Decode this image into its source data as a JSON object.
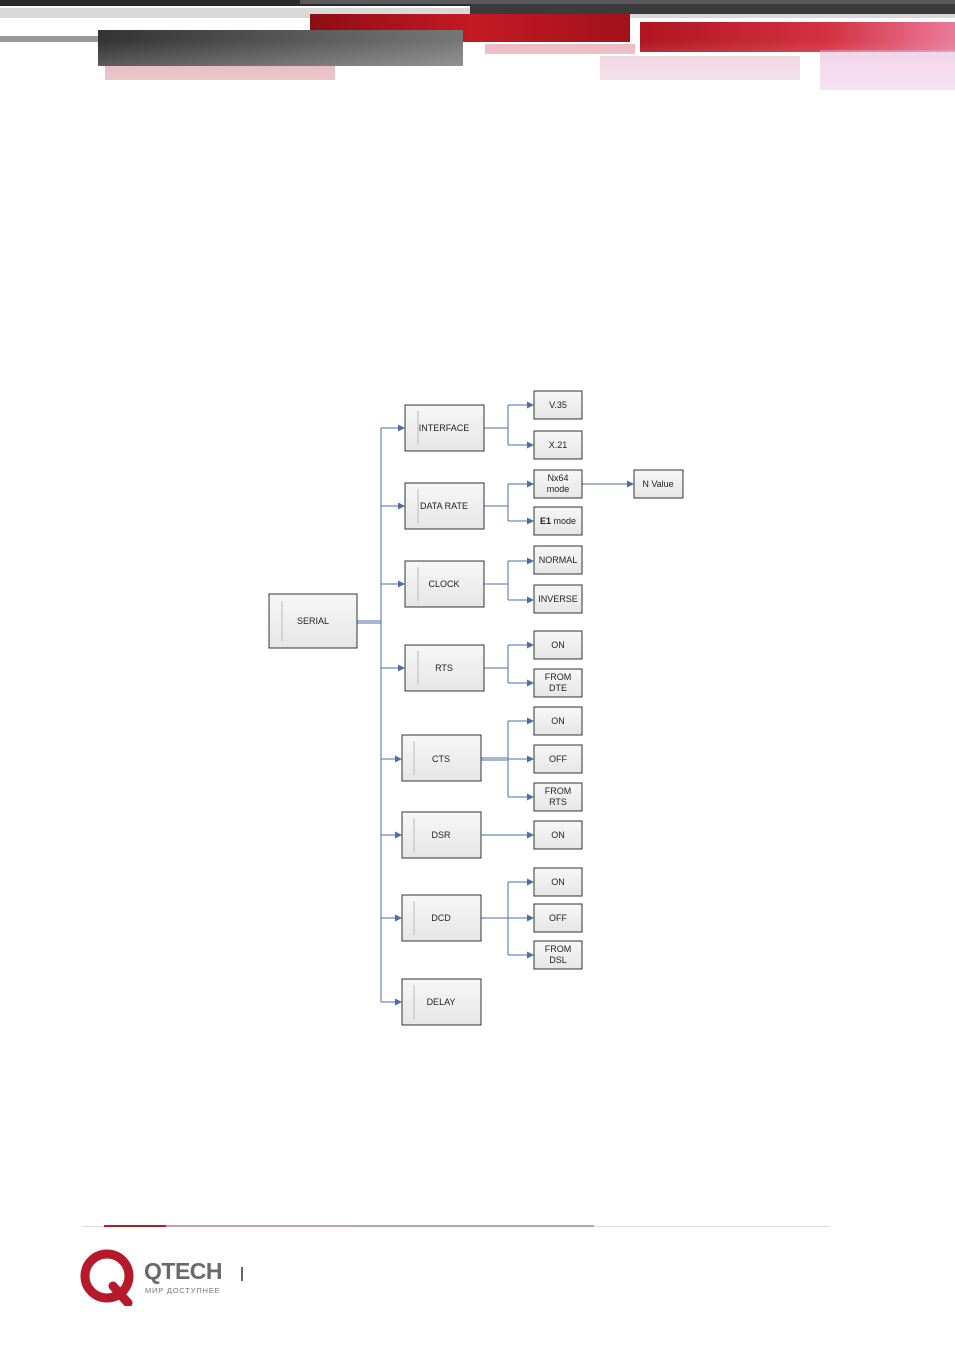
{
  "diagram": {
    "root": "SERIAL",
    "categories": [
      {
        "label": "INTERFACE",
        "options": [
          "V.35",
          "X.21"
        ]
      },
      {
        "label": "DATA RATE",
        "options": [
          {
            "bold": "E1",
            "text": " mode"
          }
        ],
        "sub_option": {
          "line1": "Nx64",
          "line2": "mode",
          "child": "N Value"
        }
      },
      {
        "label": "CLOCK",
        "options": [
          "NORMAL",
          "INVERSE"
        ]
      },
      {
        "label": "RTS",
        "options": [
          "ON",
          {
            "line1": "FROM",
            "line2": "DTE"
          }
        ]
      },
      {
        "label": "CTS",
        "options": [
          "ON",
          "OFF",
          {
            "line1": "FROM",
            "line2": "RTS"
          }
        ]
      },
      {
        "label": "DSR",
        "options": [
          "ON"
        ]
      },
      {
        "label": "DCD",
        "options": [
          "ON",
          "OFF",
          {
            "line1": "FROM",
            "line2": "DSL"
          }
        ]
      },
      {
        "label": "DELAY",
        "options": []
      }
    ]
  },
  "footer": {
    "logo_name": "QTECH",
    "logo_tagline": "МИР ДОСТУПНЕЕ",
    "accent_color": "#b5192a"
  }
}
